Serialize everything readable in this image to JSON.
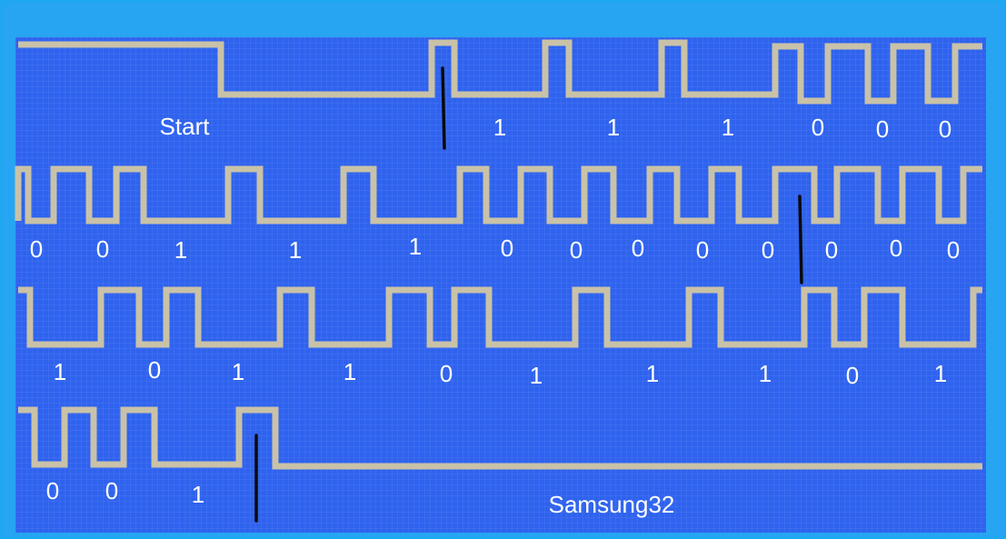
{
  "labels": {
    "start": "Start",
    "protocol": "Samsung32"
  },
  "colors": {
    "background_outer": "#27a5f2",
    "panel": "#2f63ee",
    "trace": "#c9c2a8",
    "marker": "#0a0a0a",
    "text": "#ffffff"
  },
  "bits": {
    "row1": [
      "1",
      "1",
      "1",
      "0",
      "0",
      "0"
    ],
    "row2": [
      "0",
      "0",
      "1",
      "1",
      "1",
      "0",
      "0",
      "0",
      "0",
      "0",
      "0",
      "0",
      "0"
    ],
    "row3": [
      "1",
      "0",
      "1",
      "1",
      "0",
      "1",
      "1",
      "1",
      "0",
      "1"
    ],
    "row4": [
      "0",
      "0",
      "1"
    ]
  }
}
